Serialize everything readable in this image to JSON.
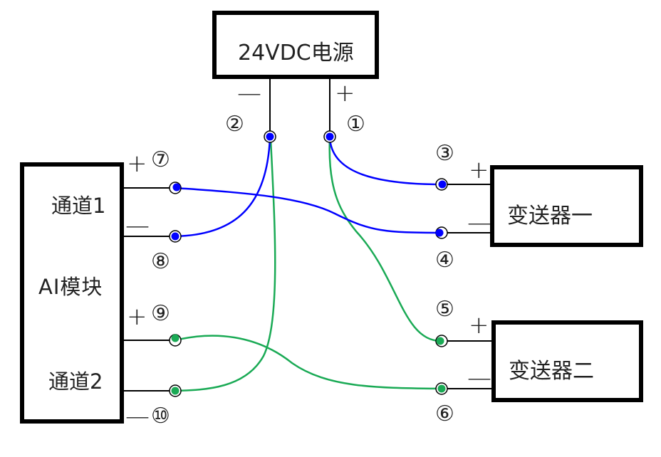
{
  "diagram": {
    "power_supply": {
      "label": "24VDC电源",
      "neg_sign": "—",
      "pos_sign": "+",
      "neg_terminal": "②",
      "pos_terminal": "①"
    },
    "ai_module": {
      "label": "AI模块",
      "channel1": {
        "label": "通道1",
        "pos_sign": "+",
        "pos_terminal": "⑦",
        "neg_sign": "—",
        "neg_terminal": "⑧"
      },
      "channel2": {
        "label": "通道2",
        "pos_sign": "+",
        "pos_terminal": "⑨",
        "neg_sign": "—",
        "neg_terminal": "⑩"
      }
    },
    "transmitter1": {
      "label": "变送器一",
      "pos_sign": "+",
      "pos_terminal": "③",
      "neg_sign": "—",
      "neg_terminal": "④"
    },
    "transmitter2": {
      "label": "变送器二",
      "pos_sign": "+",
      "pos_terminal": "⑤",
      "neg_sign": "—",
      "neg_terminal": "⑥"
    },
    "wire_colors": {
      "loop1": "#0000ff",
      "loop2": "#1aaa55",
      "lead": "#000000"
    },
    "connections": [
      {
        "from": "①",
        "to": "③",
        "loop": "loop1"
      },
      {
        "from": "④",
        "to": "⑦",
        "loop": "loop1"
      },
      {
        "from": "⑧",
        "to": "②",
        "loop": "loop1"
      },
      {
        "from": "①",
        "to": "⑤",
        "loop": "loop2"
      },
      {
        "from": "⑥",
        "to": "⑨",
        "loop": "loop2"
      },
      {
        "from": "⑩",
        "to": "②",
        "loop": "loop2"
      }
    ]
  }
}
